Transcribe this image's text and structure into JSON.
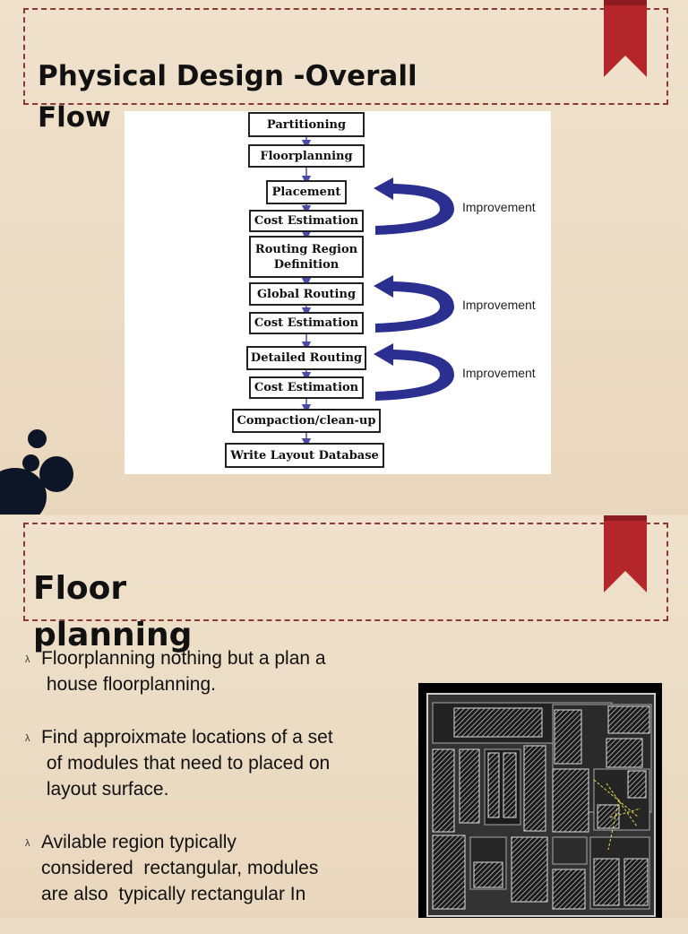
{
  "slide1": {
    "title_line1": "Physical Design -Overall",
    "title_line2": "Flow",
    "flow_steps": [
      "Partitioning",
      "Floorplanning",
      "Placement",
      "Cost Estimation",
      "Routing Region Definition",
      "Global Routing",
      "Cost Estimation",
      "Detailed Routing",
      "Cost Estimation",
      "Compaction/clean-up",
      "Write Layout Database"
    ],
    "improvement_label": "Improvement"
  },
  "slide2": {
    "title_line1": "Floor",
    "title_line2": "planning",
    "bullet_mark": "λ",
    "bullets": [
      [
        "Floorplanning nothing but a plan a",
        " house floorplanning."
      ],
      [
        "Find approixmate locations of a set",
        " of modules that need to placed on",
        " layout surface."
      ],
      [
        "Avilable region typically",
        "considered  rectangular, modules",
        "are also  typically rectangular In"
      ]
    ]
  },
  "colors": {
    "ribbon": "#b5262a",
    "band_border": "#8a3a32",
    "arrow": "#2b2f8f",
    "blob": "#0d1626"
  }
}
